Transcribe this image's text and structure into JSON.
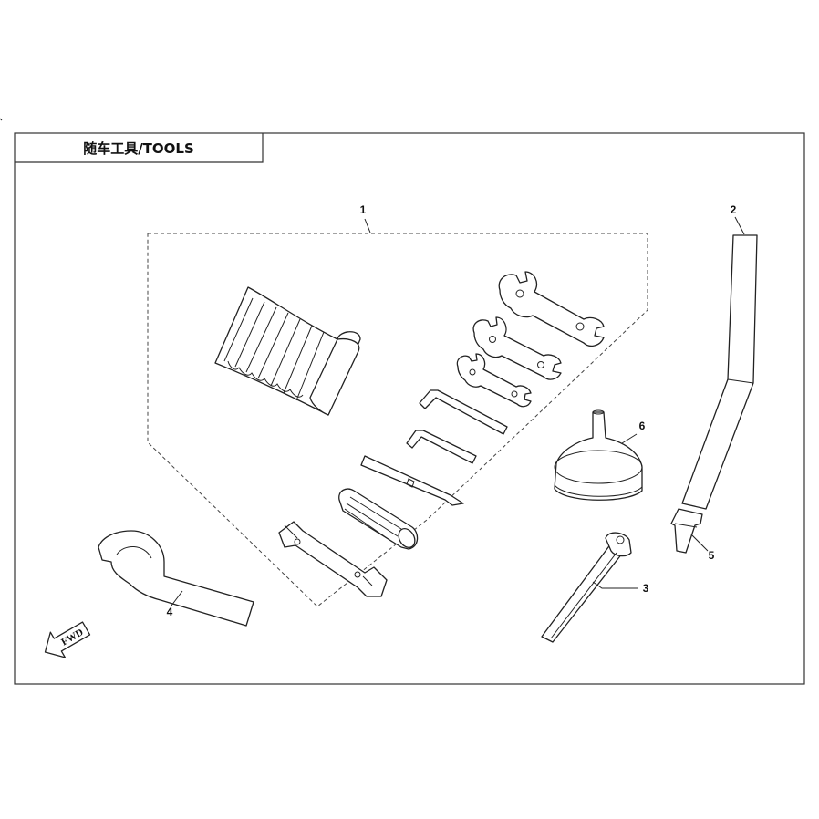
{
  "title": "随车工具/TOOLS",
  "callouts": {
    "tool_kit": "1",
    "tire_lever": "2",
    "spark_plug_tool": "3",
    "spanner": "4",
    "rubber_tip": "5",
    "funnel": "6"
  },
  "direction": "FWD",
  "icons": [
    "fwd-arrow-icon"
  ]
}
